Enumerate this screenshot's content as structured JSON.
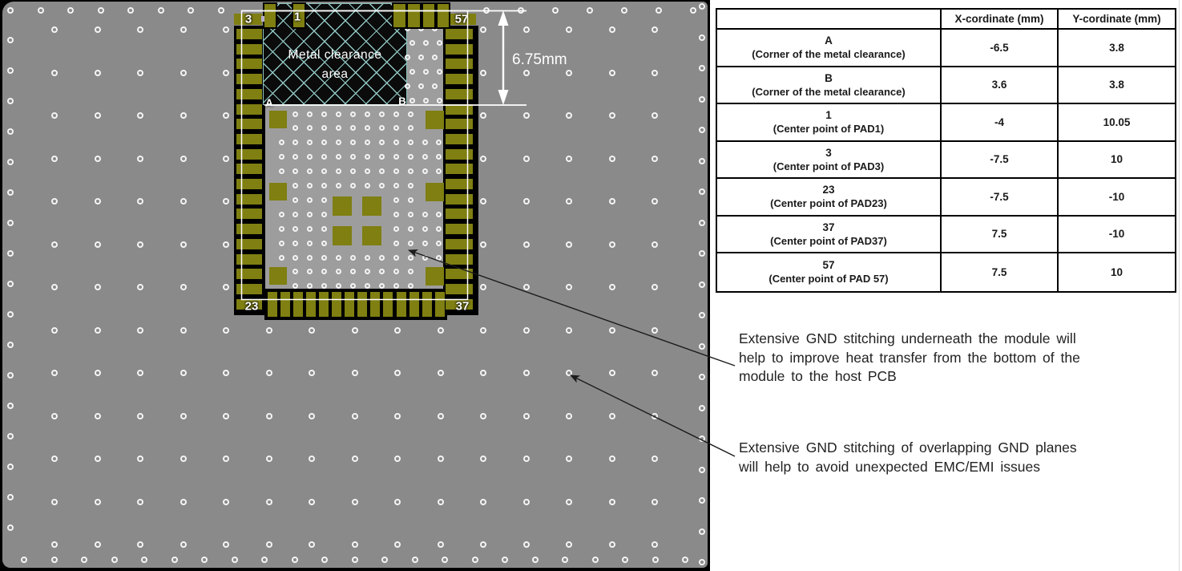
{
  "pcb": {
    "labels": {
      "pad3": "3",
      "pad1": "1",
      "pad57": "57",
      "pad23": "23",
      "pad37": "37",
      "cornerA": "A",
      "cornerB": "B"
    },
    "clearance_text_line1": "Metal clearance",
    "clearance_text_line2": "area",
    "dimension_label": "6.75mm"
  },
  "table": {
    "headers": [
      "",
      "X-cordinate (mm)",
      "Y-cordinate (mm)"
    ],
    "rows": [
      {
        "point": "A",
        "desc": "(Corner of the metal clearance)",
        "x": "-6.5",
        "y": "3.8"
      },
      {
        "point": "B",
        "desc": "(Corner of the metal clearance)",
        "x": "3.6",
        "y": "3.8"
      },
      {
        "point": "1",
        "desc": "(Center point of PAD1)",
        "x": "-4",
        "y": "10.05"
      },
      {
        "point": "3",
        "desc": "(Center point of PAD3)",
        "x": "-7.5",
        "y": "10"
      },
      {
        "point": "23",
        "desc": "(Center point of PAD23)",
        "x": "-7.5",
        "y": "-10"
      },
      {
        "point": "37",
        "desc": "(Center point of PAD37)",
        "x": "7.5",
        "y": "-10"
      },
      {
        "point": "57",
        "desc": "(Center point of PAD 57)",
        "x": "7.5",
        "y": "10"
      }
    ]
  },
  "annotations": [
    {
      "lines": [
        "Extensive GND stitching underneath the module will",
        "help to improve heat transfer from the bottom of the",
        "module to the host PCB"
      ]
    },
    {
      "lines": [
        "Extensive GND stitching of overlapping GND planes",
        "will help to avoid unexpected EMC/EMI issues"
      ]
    }
  ],
  "colors": {
    "board_gray": "#8a8a8a",
    "module_gray": "#9d9d9d",
    "pad_olive": "#7f7f12",
    "clearance_black": "#0b0b0b",
    "hatch_teal": "#8fc4c0",
    "via_ring_white": "#f4f4f4",
    "dimension_white": "#ffffff",
    "arrow_black": "#1c1c1c",
    "table_border_black": "#000000"
  }
}
